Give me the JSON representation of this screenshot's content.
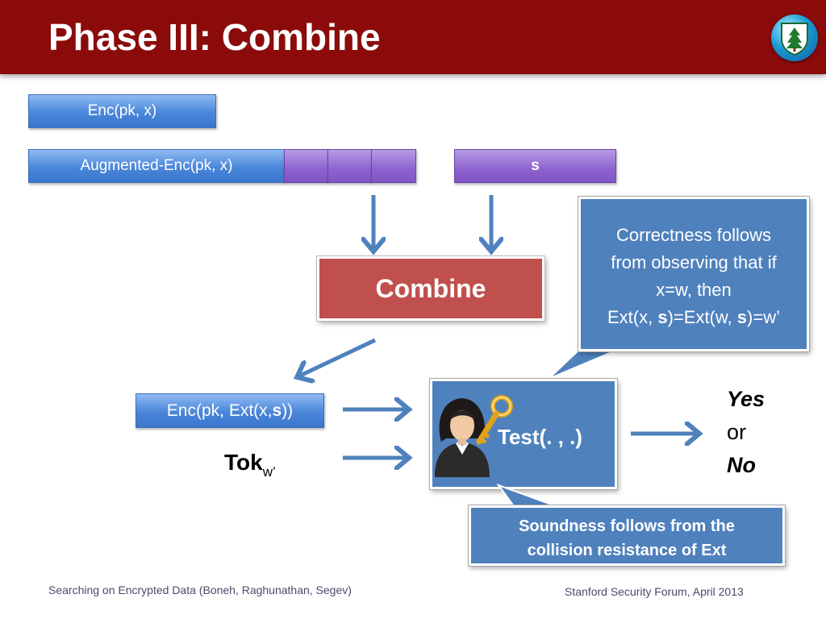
{
  "slide": {
    "title": "Phase III: Combine"
  },
  "boxes": {
    "enc": "Enc(pk, x)",
    "augmented_enc": "Augmented-Enc(pk, x)",
    "s": "s",
    "combine": "Combine",
    "enc_ext_prefix": "Enc(pk, Ext(x, ",
    "enc_ext_bold": "s",
    "enc_ext_suffix": "))",
    "tok": "Tok",
    "tok_sub": "w’",
    "test": "Test(. , .)"
  },
  "callouts": {
    "correctness_line1": "Correctness follows",
    "correctness_line2": "from observing that if",
    "correctness_line3": "x=w, then",
    "correctness_line4_a": "Ext(x, ",
    "correctness_line4_b": "s",
    "correctness_line4_c": ")=Ext(w, ",
    "correctness_line4_d": "s",
    "correctness_line4_e": ")=w’",
    "soundness_line1": "Soundness follows from the",
    "soundness_line2": "collision resistance of Ext"
  },
  "result": {
    "yes": "Yes",
    "or": "or",
    "no": "No"
  },
  "footer": {
    "left": "Searching on Encrypted Data (Boneh, Raghunathan, Segev)",
    "right": "Stanford Security Forum, April 2013"
  },
  "colors": {
    "title_bar": "#8b0b0b",
    "combine": "#c0504d",
    "callout": "#4f81bd",
    "arrow": "#4f81bd"
  },
  "icons": {
    "logo": "stanford-tree-shield-icon",
    "user": "user-avatar-icon",
    "key": "key-icon"
  }
}
